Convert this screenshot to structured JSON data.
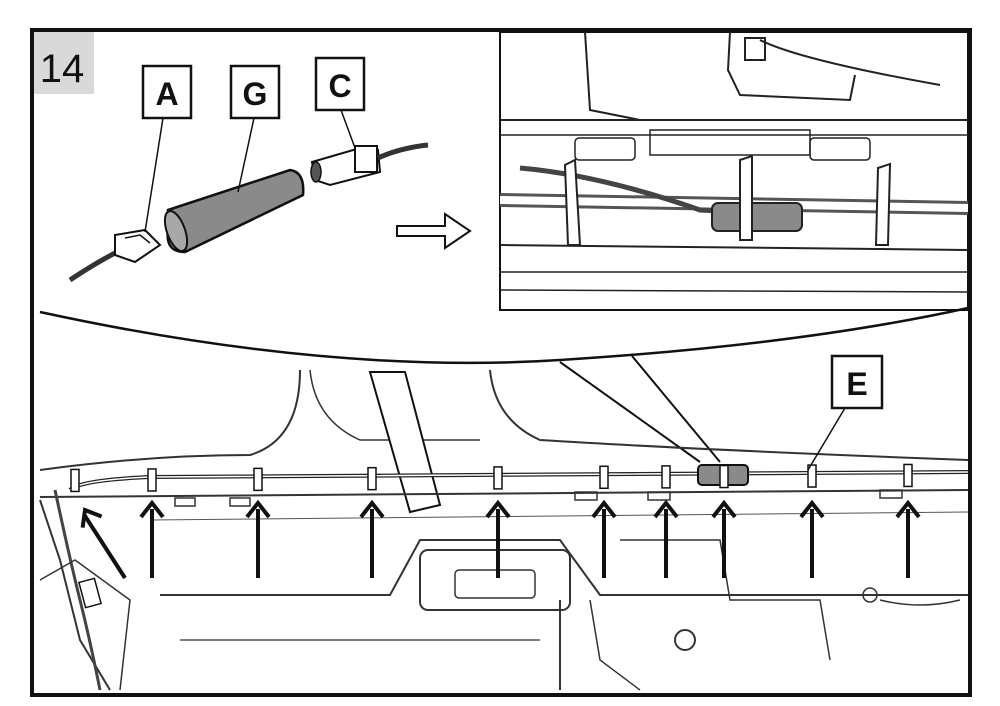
{
  "step": {
    "number": "14"
  },
  "callouts": {
    "a": "A",
    "g": "G",
    "c": "C",
    "e": "E"
  },
  "clip_count": 10,
  "colors": {
    "ink": "#111111",
    "paper": "#ffffff",
    "tape": "#8a8a8a",
    "step_bg": "#d9d9d9"
  }
}
